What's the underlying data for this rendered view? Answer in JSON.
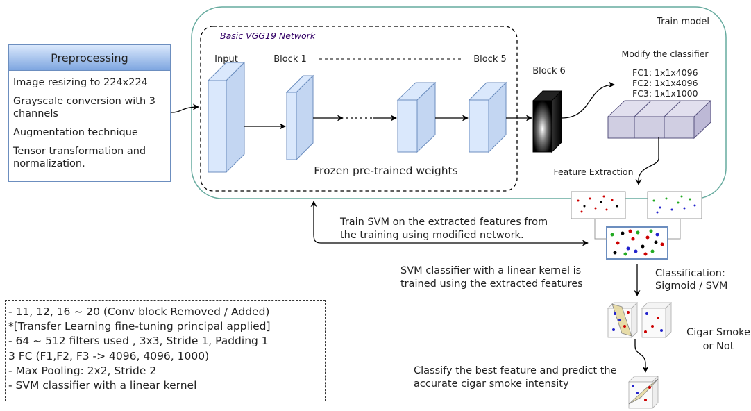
{
  "preprocessing": {
    "title": "Preprocessing",
    "items": [
      "Image resizing to 224x224",
      "Grayscale conversion with 3 channels",
      "Augmentation technique",
      "Tensor transformation and normalization."
    ]
  },
  "train_model": {
    "label": "Train model"
  },
  "vgg": {
    "title": "Basic VGG19 Network",
    "input_label": "Input",
    "block1_label": "Block 1",
    "block5_label": "Block 5",
    "frozen_label": "Frozen pre-trained weights"
  },
  "block6_label": "Block 6",
  "classifier": {
    "title": "Modify the classifier",
    "fc1": "FC1: 1x1x4096",
    "fc2": "FC2: 1x1x4096",
    "fc3": "FC3: 1x1x1000"
  },
  "feature_extraction": "Feature Extraction",
  "train_svm": {
    "line1": "Train SVM on the extracted features from",
    "line2": "the training using modified network."
  },
  "svm_trained": {
    "line1": "SVM classifier with a linear kernel is",
    "line2": "trained using the extracted features"
  },
  "classification": {
    "line1": "Classification:",
    "line2": "Sigmoid / SVM"
  },
  "cigar": {
    "line1": "Cigar Smoke",
    "line2": "or Not"
  },
  "classify_best": {
    "line1": "Classify the best feature and predict the",
    "line2": "accurate cigar smoke intensity"
  },
  "notes": [
    "- 11, 12, 16 ~ 20 (Conv block Removed / Added)",
    "*[Transfer Learning fine-tuning principal applied]",
    "- 64 ~ 512 filters used , 3x3, Stride 1, Padding 1",
    "3 FC (F1,F2, F3 -> 4096, 4096, 1000)",
    "- Max Pooling: 2x2, Stride 2",
    "- SVM classifier with a linear kernel"
  ],
  "colors": {
    "train_model_border": "#67ab9f",
    "block_fill": "#dae8fc",
    "block_stroke": "#6c8ebf",
    "fc_fill": "#d0cee2",
    "fc_stroke": "#56517e",
    "vgg_title_color": "#330066"
  }
}
